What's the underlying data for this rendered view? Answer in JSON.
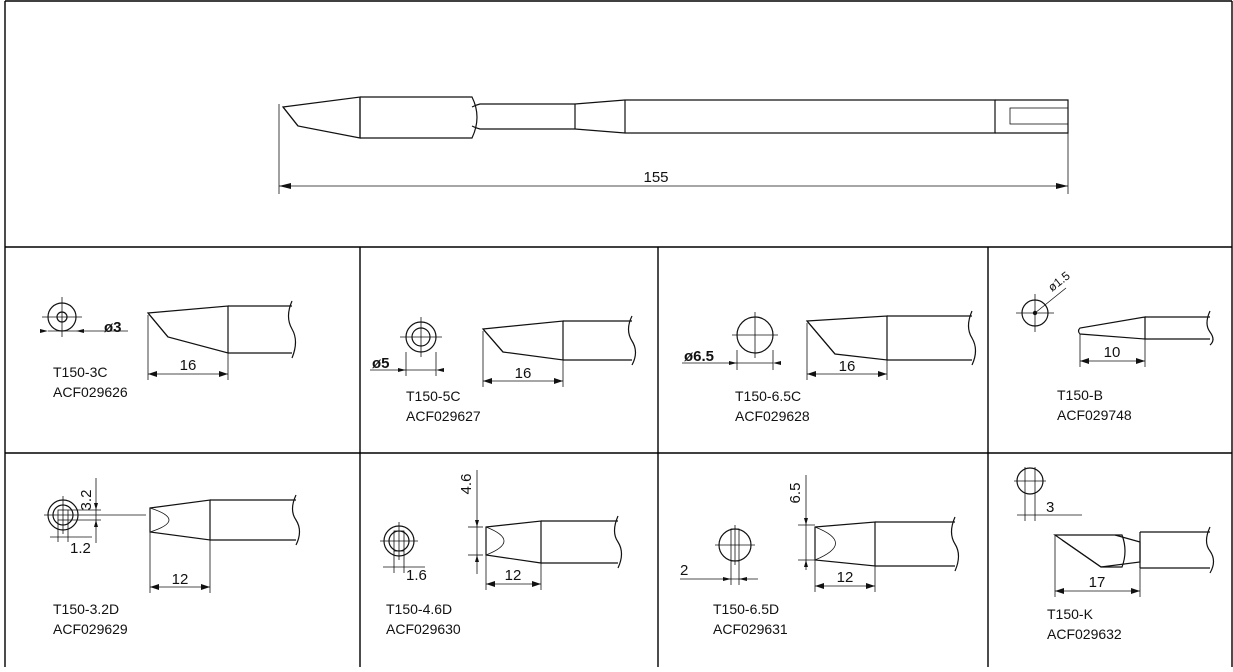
{
  "overall": {
    "length_dim": "155"
  },
  "tips": [
    {
      "model": "T150-3C",
      "code": "ACF029626",
      "dims": [
        "ø3",
        "16"
      ]
    },
    {
      "model": "T150-5C",
      "code": "ACF029627",
      "dims": [
        "ø5",
        "16"
      ]
    },
    {
      "model": "T150-6.5C",
      "code": "ACF029628",
      "dims": [
        "ø6.5",
        "16"
      ]
    },
    {
      "model": "T150-B",
      "code": "ACF029748",
      "dims": [
        "ø1.5",
        "10"
      ]
    },
    {
      "model": "T150-3.2D",
      "code": "ACF029629",
      "dims": [
        "3.2",
        "1.2",
        "12"
      ]
    },
    {
      "model": "T150-4.6D",
      "code": "ACF029630",
      "dims": [
        "4.6",
        "1.6",
        "12"
      ]
    },
    {
      "model": "T150-6.5D",
      "code": "ACF029631",
      "dims": [
        "6.5",
        "2",
        "12"
      ]
    },
    {
      "model": "T150-K",
      "code": "ACF029632",
      "dims": [
        "3",
        "17"
      ]
    }
  ]
}
